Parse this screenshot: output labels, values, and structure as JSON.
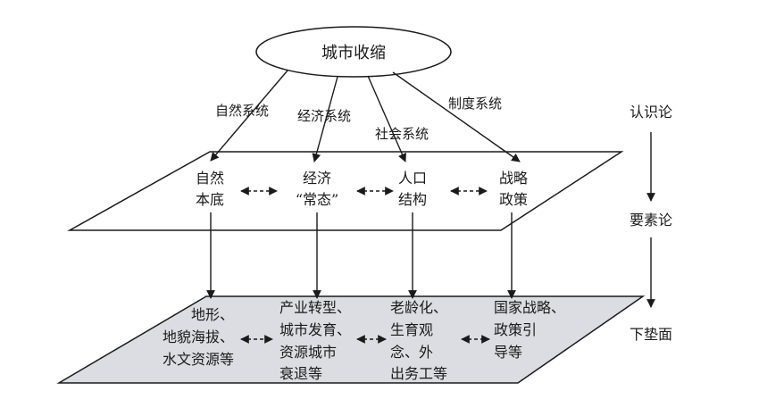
{
  "colors": {
    "ink": "#1a1a1a",
    "ground_fill": "#dcdde3",
    "background": "#ffffff"
  },
  "root": {
    "label": "城市收缩"
  },
  "systems": [
    "自然系统",
    "经济系统",
    "社会系统",
    "制度系统"
  ],
  "elements": [
    [
      "自然",
      "本底"
    ],
    [
      "经济",
      "“常态”"
    ],
    [
      "人口",
      "结构"
    ],
    [
      "战略",
      "政策"
    ]
  ],
  "ground": [
    [
      "地形、",
      "地貌海拔、",
      "水文资源等"
    ],
    [
      "产业转型、",
      "城市发育、",
      "资源城市",
      "衰退等"
    ],
    [
      "老龄化、",
      "生育观",
      "念、外",
      "出务工等"
    ],
    [
      "国家战略、",
      "政策引",
      "导等"
    ]
  ],
  "levels": [
    "认识论",
    "要素论",
    "下垫面"
  ]
}
